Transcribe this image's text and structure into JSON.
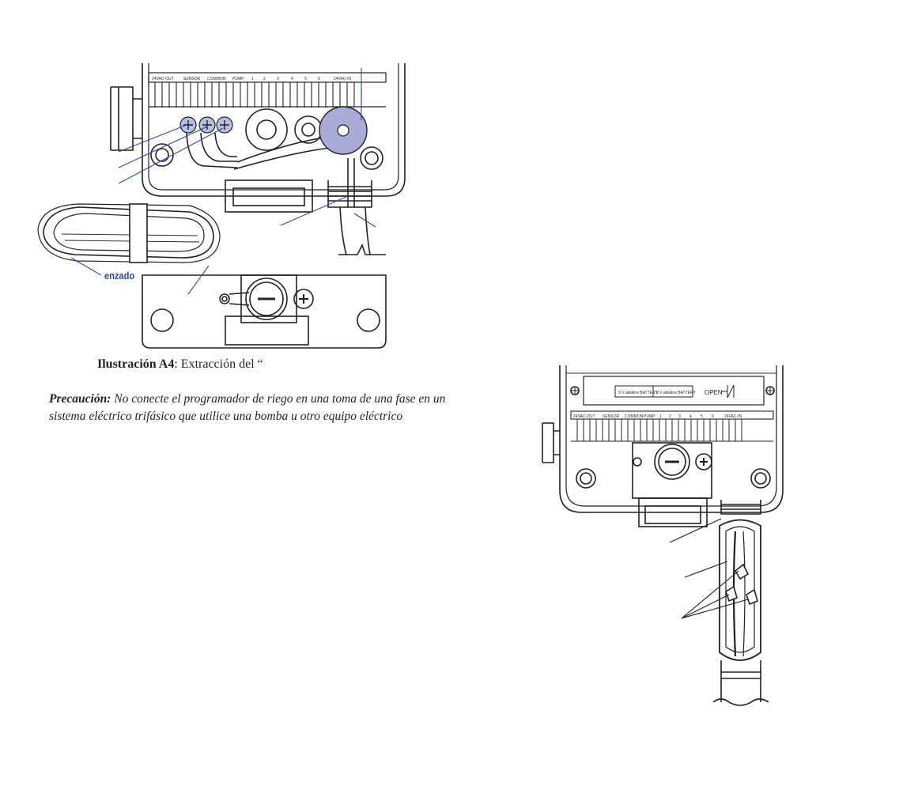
{
  "figure_a4": {
    "terminal_labels": [
      "24VAC-OUT",
      "SENSOR",
      "COMMON",
      "PUMP",
      "1",
      "2",
      "3",
      "4",
      "5",
      "6",
      "24VAC-IN"
    ],
    "callout_cord": "enzado",
    "caption_bold": "Ilustración A4",
    "caption_rest": ": Extracción del “"
  },
  "caution": {
    "label": "Precaución:",
    "text": " No conecte el programador de riego en una toma de una fase en un sistema eléctrico trifásico que utilice una bomba u otro equipo eléctrico"
  },
  "figure_right": {
    "battery_labels": [
      "9 V alkaline BATTERY",
      "9 V alkaline BATTERY"
    ],
    "open_label": "OPEN",
    "terminal_labels": [
      "24VAC-OUT",
      "SENSOR",
      "COMMON",
      "PUMP",
      "1",
      "2",
      "3",
      "4",
      "5",
      "6",
      "24VAC-IN"
    ]
  },
  "colors": {
    "callout": "#2e4a9e",
    "callout_line": "#2e4a9e",
    "screw_fill": "#b9bde0",
    "ring_fill": "#a9acd8"
  }
}
